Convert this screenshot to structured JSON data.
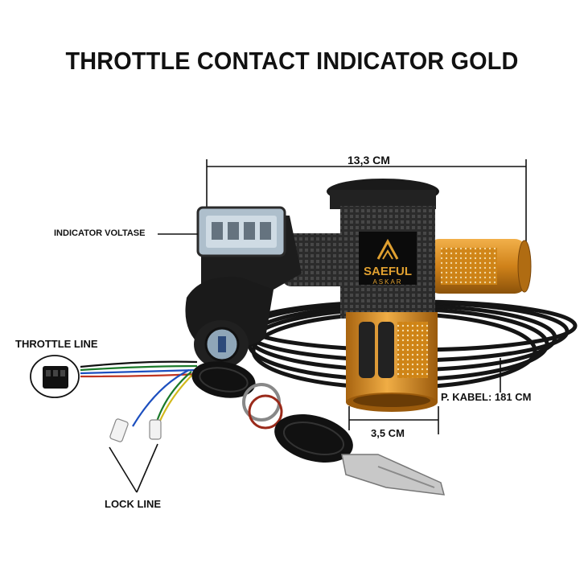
{
  "title": "THROTTLE CONTACT INDICATOR GOLD",
  "labels": {
    "length": "13,3 CM",
    "indicator": "INDICATOR VOLTASE",
    "throttle_line": "THROTTLE LINE",
    "diameter": "3,5 CM",
    "cable": "P. KABEL: 181 CM",
    "lock_line": "LOCK LINE"
  },
  "logo": {
    "brand": "SAEFUL",
    "sub": "ASKAR"
  },
  "colors": {
    "gold": "#d68a1a",
    "rubber": "#2a2a2a",
    "cable": "#151515",
    "display": "#9fb3c4"
  }
}
